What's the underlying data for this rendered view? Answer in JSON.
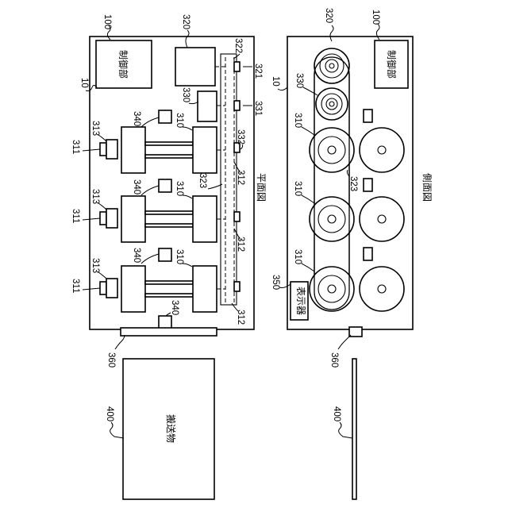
{
  "plan": {
    "caption": "平面図",
    "control_label": "制御部",
    "object_label": "搬送物"
  },
  "side": {
    "caption": "側面図",
    "control_label": "制御部",
    "display_label": "表示器"
  },
  "refs": {
    "r10": "10",
    "r100": "100",
    "r310": "310",
    "r311": "311",
    "r312": "312",
    "r313": "313",
    "r320": "320",
    "r321": "321",
    "r322": "322",
    "r323": "323",
    "r330": "330",
    "r331": "331",
    "r332": "332",
    "r340": "340",
    "r350": "350",
    "r360": "360",
    "r400": "400"
  }
}
